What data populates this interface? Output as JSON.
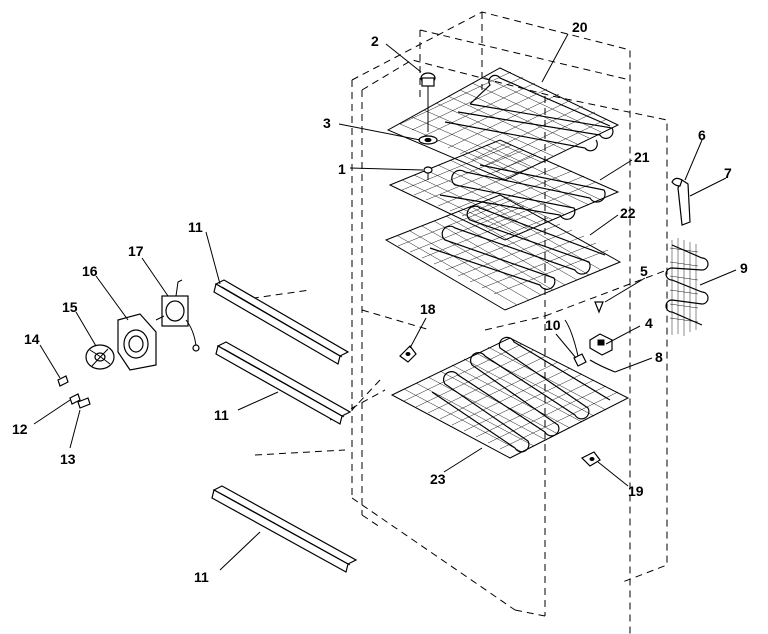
{
  "callouts": {
    "c1": "1",
    "c2": "2",
    "c3": "3",
    "c4": "4",
    "c5": "5",
    "c6": "6",
    "c7": "7",
    "c8": "8",
    "c9": "9",
    "c10": "10",
    "c11a": "11",
    "c11b": "11",
    "c11c": "11",
    "c12": "12",
    "c13": "13",
    "c14": "14",
    "c15": "15",
    "c16": "16",
    "c17": "17",
    "c18": "18",
    "c19": "19",
    "c20": "20",
    "c21": "21",
    "c22": "22",
    "c23": "23"
  }
}
